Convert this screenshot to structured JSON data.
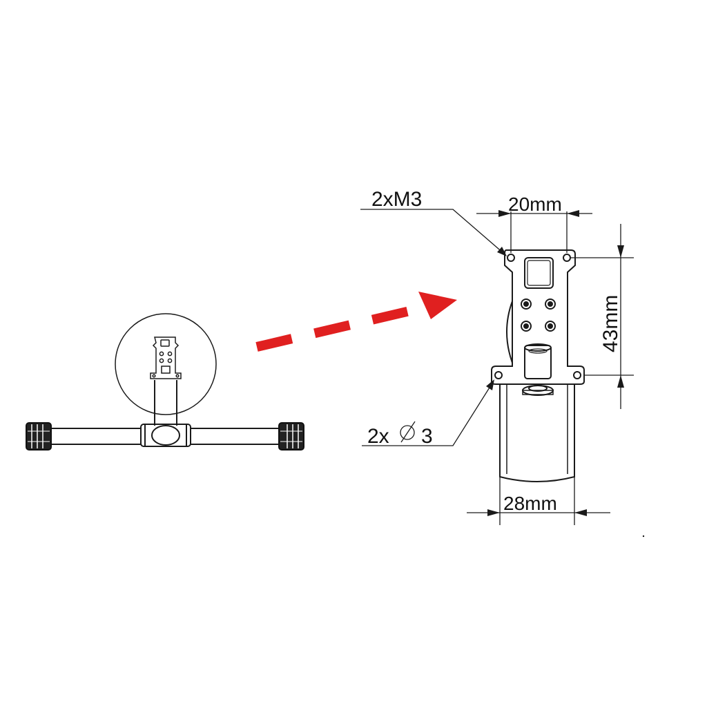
{
  "labels": {
    "screw": "2xM3",
    "width_top": "20mm",
    "height": "43mm",
    "hole_count": "2x",
    "hole_diameter": "3",
    "width_bottom": "28mm"
  },
  "colors": {
    "line": "#1a1a1a",
    "arrow": "#e02020",
    "background": "#ffffff"
  },
  "icons": {
    "diameter_symbol": "diameter-icon"
  }
}
